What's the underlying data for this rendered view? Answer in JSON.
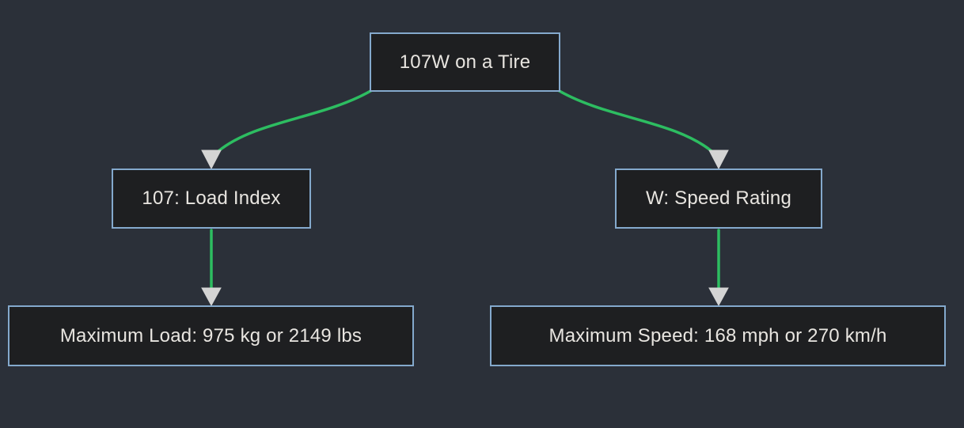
{
  "diagram": {
    "title_node": {
      "label": "107W on a Tire"
    },
    "nodes": [
      {
        "id": "load-index",
        "label": "107: Load Index"
      },
      {
        "id": "speed-rating",
        "label": "W: Speed Rating"
      },
      {
        "id": "max-load",
        "label": "Maximum Load: 975 kg or 2149 lbs"
      },
      {
        "id": "max-speed",
        "label": "Maximum Speed: 168 mph or 270 km/h"
      }
    ],
    "edges": [
      {
        "from": "root",
        "to": "load-index"
      },
      {
        "from": "root",
        "to": "speed-rating"
      },
      {
        "from": "load-index",
        "to": "max-load"
      },
      {
        "from": "speed-rating",
        "to": "max-speed"
      }
    ],
    "colors": {
      "background": "#2b3039",
      "node_fill": "#1e1f21",
      "node_border": "#84a9cd",
      "edge": "#2dbd61",
      "arrowhead": "#d4d4d4",
      "text": "#e8e5e0"
    }
  }
}
